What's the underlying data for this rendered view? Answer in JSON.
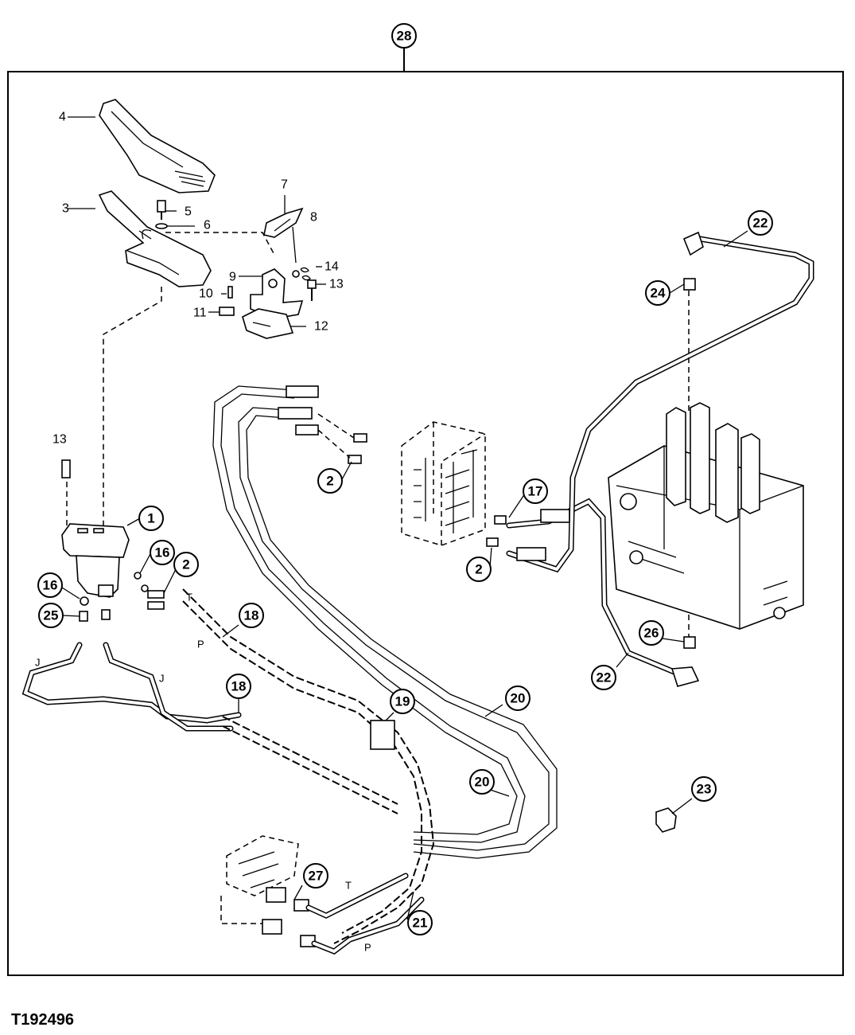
{
  "figure_id": "T192496",
  "callouts": {
    "c28": "28",
    "c1": "1",
    "c2a": "2",
    "c2b": "2",
    "c2c": "2",
    "c16a": "16",
    "c16b": "16",
    "c25": "25",
    "c17": "17",
    "c18a": "18",
    "c18b": "18",
    "c19": "19",
    "c20a": "20",
    "c20b": "20",
    "c21": "21",
    "c22a": "22",
    "c22b": "22",
    "c23": "23",
    "c24": "24",
    "c26": "26",
    "c27": "27"
  },
  "labels": {
    "l4": "4",
    "l3": "3",
    "l5": "5",
    "l6": "6",
    "l7": "7",
    "l8": "8",
    "l9": "9",
    "l10": "10",
    "l11": "11",
    "l12": "12",
    "l13a": "13",
    "l13b": "13",
    "l14": "14"
  },
  "port_letters": {
    "t1": "T",
    "p1": "P",
    "t2": "T",
    "p2": "P",
    "j1": "J",
    "j2": "J"
  }
}
